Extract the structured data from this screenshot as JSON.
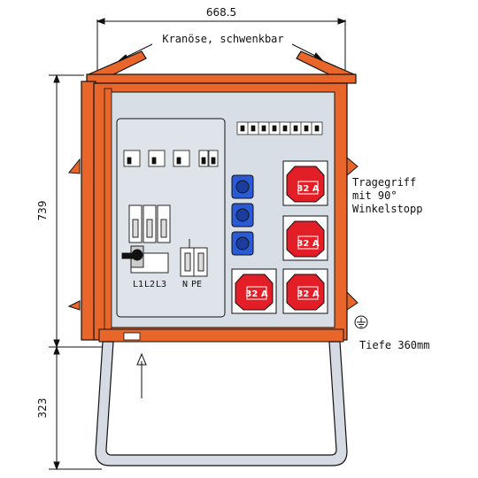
{
  "dimensions": {
    "width": "668.5",
    "height_housing": "739",
    "height_stand": "323"
  },
  "labels": {
    "crane_eye": "Kranöse, schwenkbar",
    "handle_line1": "Tragegriff",
    "handle_line2": "mit 90°",
    "handle_line3": "Winkelstopp",
    "depth": "Tiefe 360mm",
    "phase_l1": "L1",
    "phase_l2": "L2",
    "phase_l3": "L3",
    "neutral": "N",
    "protective_earth": "PE"
  },
  "sockets_cee": [
    {
      "rating": "32 A"
    },
    {
      "rating": "32 A"
    },
    {
      "rating": "32 A"
    },
    {
      "rating": "32 A"
    }
  ],
  "colors": {
    "housing": "#e8662a",
    "panel": "#d8dee6",
    "cee_red": "#e41e26",
    "schuko_blue": "#2a5bd7",
    "stand": "#d6dbe3"
  }
}
